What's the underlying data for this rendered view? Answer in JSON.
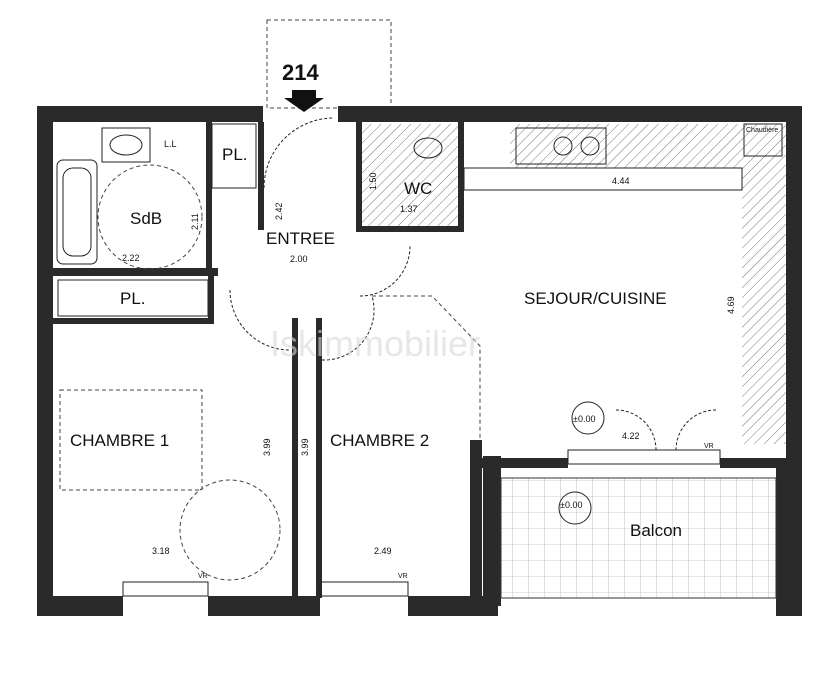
{
  "plan": {
    "unit_number": "214",
    "rooms": {
      "sdb": "SdB",
      "ll": "L.L",
      "pl_top": "PL.",
      "entree": "ENTREE",
      "wc": "WC",
      "pl_mid": "PL.",
      "sejour": "SEJOUR/CUISINE",
      "chambre1": "CHAMBRE 1",
      "chambre2": "CHAMBRE 2",
      "balcon": "Balcon",
      "chaudiere": "Chaudière"
    },
    "dimensions": {
      "sdb_w": "2.22",
      "sdb_h": "2.11",
      "entree_h": "2.42",
      "entree_w": "2.00",
      "wc_h": "1.50",
      "wc_w": "1.37",
      "sejour_w": "4.44",
      "sejour_h": "4.69",
      "sejour_bottom": "4.22",
      "ch1_h": "3.99",
      "ch2_h": "3.99",
      "ch1_w": "3.18",
      "ch2_w": "2.49"
    },
    "levels": {
      "sejour": "±0.00",
      "balcon": "±0.00"
    },
    "vr": [
      "VR",
      "VR",
      "VR"
    ],
    "watermark": "Iskimmobilier"
  }
}
